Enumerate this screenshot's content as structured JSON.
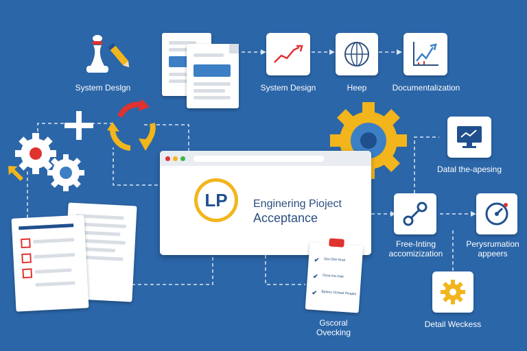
{
  "title": {
    "logo_text": "LP",
    "line1": "Enginering Pioject",
    "line2": "Acceptance"
  },
  "labels": {
    "system_design_left": "System Deslgn",
    "system_design_mid": "System Design",
    "heep": "Heep",
    "documentalization": "Documentalization",
    "data_processing": "Datal the-apesing",
    "free_linking_1": "Free-Inting",
    "free_linking_2": "accomizization",
    "performance_1": "Perysrumation",
    "performance_2": "appeers",
    "detail_weekness": "Detail Weckess",
    "general_1": "Gscoral",
    "general_2": "Ovecking"
  },
  "clipboard_items": [
    "Spo Dhe Rnal",
    "Fpoa Ina Inait",
    "Bpieno Ocheal Pinajeo"
  ],
  "colors": {
    "background": "#2b66a8",
    "accent_yellow": "#f2b51c",
    "accent_red": "#e0322f",
    "accent_blue": "#3c7fc4",
    "navy": "#1f4f8d"
  },
  "icons": [
    "chess-pawn-pen-icon",
    "documents-icon",
    "trend-chart-icon",
    "globe-icon",
    "growth-chart-icon",
    "plus-icon",
    "refresh-cycle-icon",
    "gears-icon",
    "big-gear-icon",
    "monitor-icon",
    "link-icon",
    "gauge-icon",
    "gear-icon",
    "checklist-icon",
    "clipboard-icon"
  ]
}
